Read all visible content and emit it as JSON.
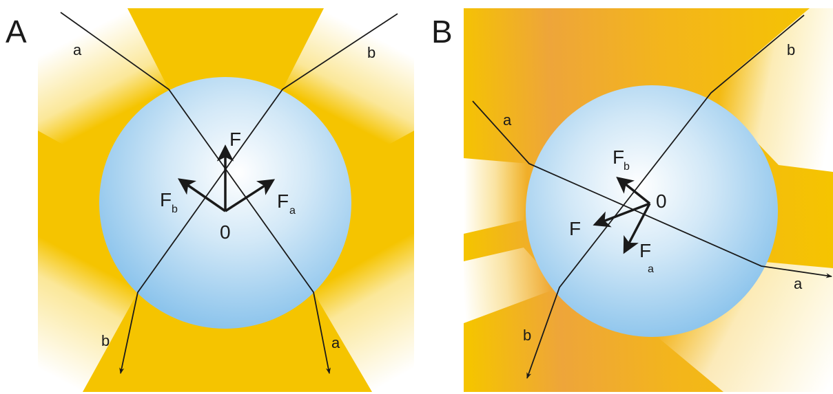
{
  "colors": {
    "beam": "#f5c400",
    "beam_center_b": "#eea53a",
    "sphere_center": "#ffffff",
    "sphere_edge": "#8cc4ec",
    "line": "#1a1a1a"
  },
  "panels": [
    {
      "letter": "A",
      "rays": [
        {
          "label": "a"
        },
        {
          "label": "b"
        }
      ],
      "forces": {
        "F": "F",
        "Fa": "F",
        "Fa_sub": "a",
        "Fb": "F",
        "Fb_sub": "b"
      },
      "origin": "0"
    },
    {
      "letter": "B",
      "rays": [
        {
          "label": "a"
        },
        {
          "label": "b"
        }
      ],
      "forces": {
        "F": "F",
        "Fa": "F",
        "Fa_sub": "a",
        "Fb": "F",
        "Fb_sub": "b"
      },
      "origin": "0"
    }
  ]
}
